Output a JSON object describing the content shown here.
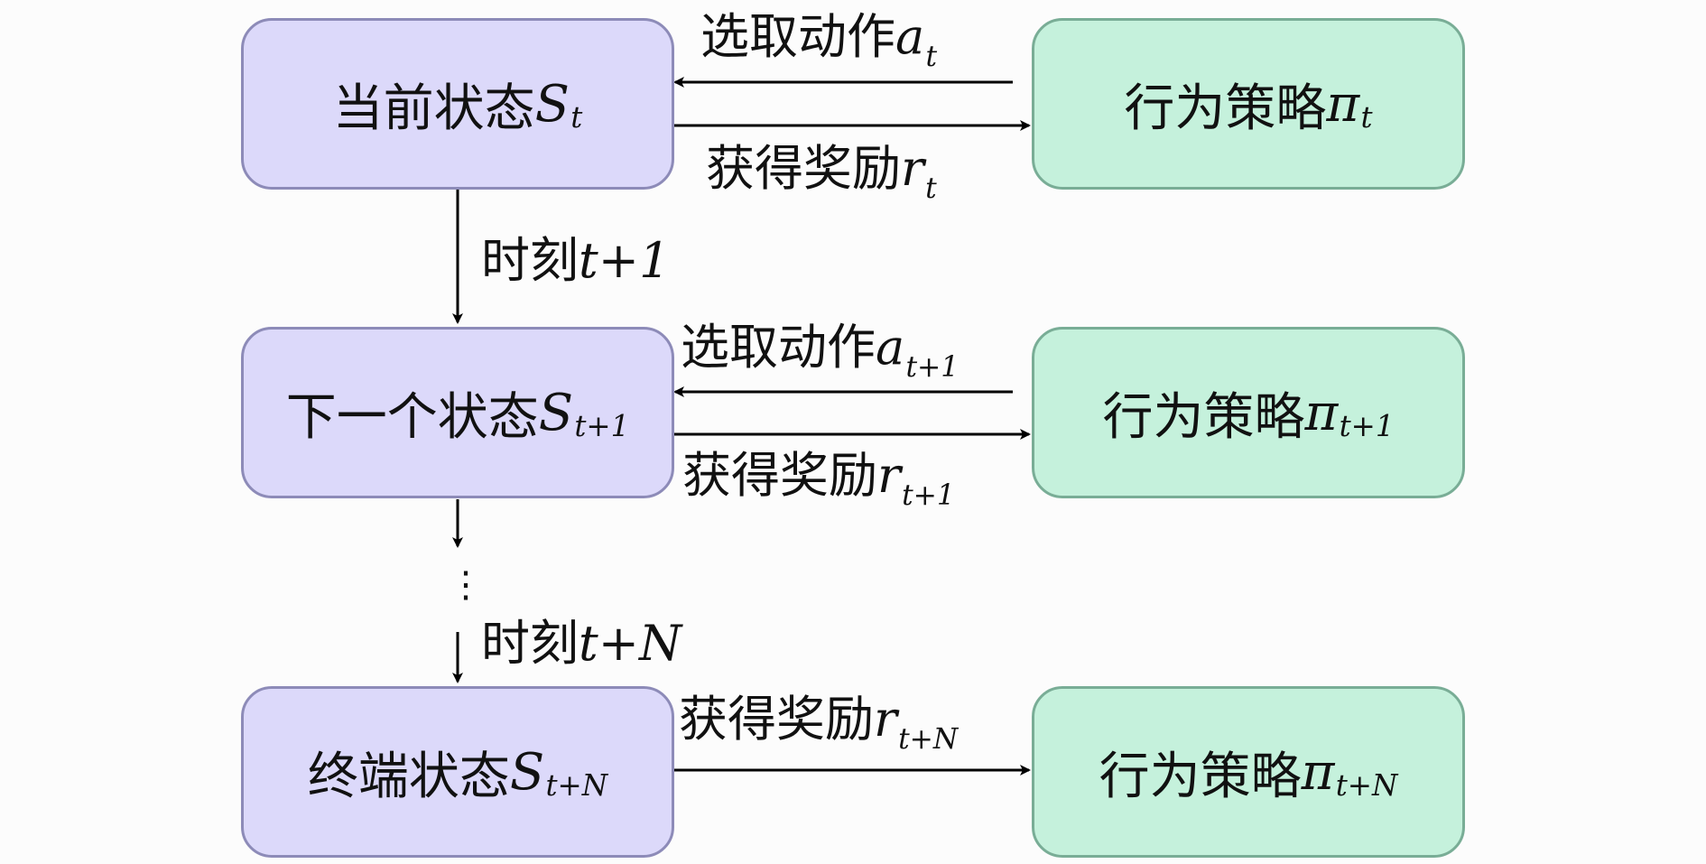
{
  "rows": [
    {
      "state": {
        "text": "当前状态",
        "sym": "S",
        "sub": "t"
      },
      "policy": {
        "text": "行为策略",
        "sym": "π",
        "sub": "t"
      },
      "action": {
        "text": "选取动作",
        "sym": "a",
        "sub": "t"
      },
      "reward": {
        "text": "获得奖励",
        "sym": "r",
        "sub": "t"
      }
    },
    {
      "state": {
        "text": "下一个状态",
        "sym": "S",
        "sub": "t+1"
      },
      "policy": {
        "text": "行为策略",
        "sym": "π",
        "sub": "t+1"
      },
      "action": {
        "text": "选取动作",
        "sym": "a",
        "sub": "t+1"
      },
      "reward": {
        "text": "获得奖励",
        "sym": "r",
        "sub": "t+1"
      }
    },
    {
      "state": {
        "text": "终端状态",
        "sym": "S",
        "sub": "t+N"
      },
      "policy": {
        "text": "行为策略",
        "sym": "π",
        "sub": "t+N"
      },
      "reward": {
        "text": "获得奖励",
        "sym": "r",
        "sub": "t+N"
      }
    }
  ],
  "transitions": [
    {
      "text": "时刻",
      "expr": "t+1"
    },
    {
      "text": "时刻",
      "expr": "t+N"
    }
  ],
  "ellipsis": "⋮",
  "colors": {
    "state_fill": "#dcd9fa",
    "state_border": "#8d8bb8",
    "policy_fill": "#c5f1dc",
    "policy_border": "#79ad96",
    "arrow": "#000000"
  }
}
